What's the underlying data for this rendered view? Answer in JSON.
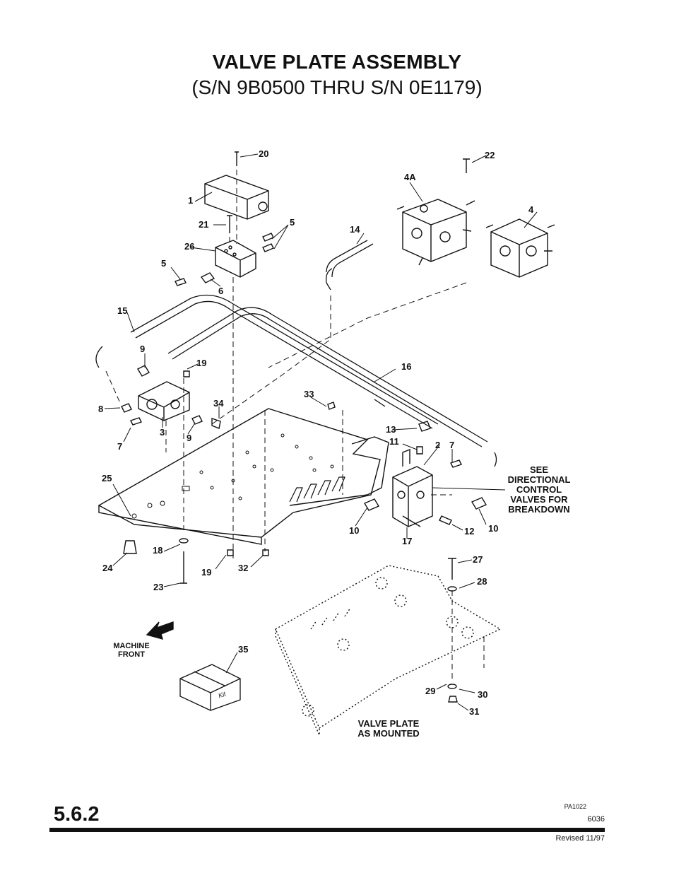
{
  "header": {
    "title": "VALVE PLATE ASSEMBLY",
    "subtitle": "(S/N 9B0500 THRU S/N 0E1179)"
  },
  "callouts": [
    "20",
    "22",
    "4A",
    "4",
    "1",
    "21",
    "5",
    "14",
    "26",
    "5",
    "6",
    "15",
    "9",
    "19",
    "16",
    "33",
    "8",
    "34",
    "13",
    "3",
    "9",
    "7",
    "11",
    "2",
    "7",
    "25",
    "10",
    "17",
    "12",
    "10",
    "18",
    "24",
    "19",
    "32",
    "23",
    "27",
    "28",
    "35",
    "29",
    "30",
    "31"
  ],
  "notes": {
    "see_directional": "SEE\nDIRECTIONAL\nCONTROL\nVALVES FOR\nBREAKDOWN",
    "machine_front": "MACHINE\nFRONT",
    "valve_plate_mounted": "VALVE PLATE\nAS MOUNTED",
    "kit_box": "Kit"
  },
  "footer": {
    "section": "5.6.2",
    "figure_id": "PA1022",
    "page_code": "6036",
    "revised": "Revised 11/97"
  }
}
